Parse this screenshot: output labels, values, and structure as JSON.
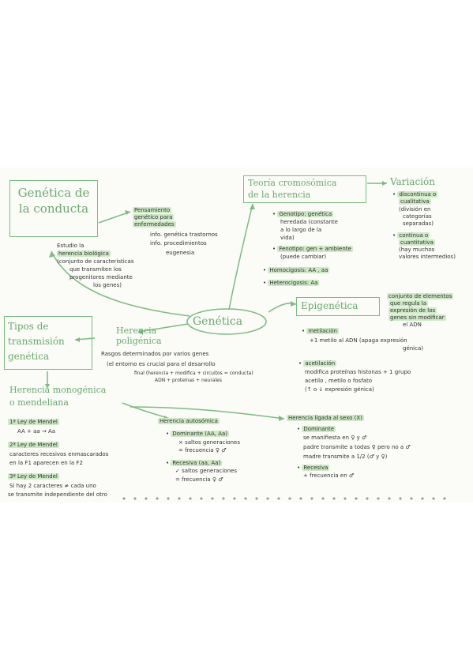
{
  "nodes": {
    "genetica_conducta": "Genética de la conducta",
    "pensamiento": [
      "Pensamiento",
      "genético para",
      "enfermedades"
    ],
    "pensamiento_items": [
      "info. genética trastornos",
      "info. procedimientos",
      "eugenesia"
    ],
    "estudio": [
      "Estudio la",
      "herencia biológica",
      "(conjunto de características",
      "que transmiten los",
      "progenitores mediante",
      "los genes)"
    ],
    "teoria": [
      "Teoría cromosómica",
      "de la herencia"
    ],
    "genotipo": [
      "Genotipo: genética",
      "heredada (constante",
      "a lo largo de la",
      "vida)"
    ],
    "fenotipo": [
      "Fenotipo: gen + ambiente",
      "(puede cambiar)"
    ],
    "homocigosis": "Homocigosis: AA , aa",
    "heterocigosis": "Heterocigosis: Aa",
    "variacion": "Variación",
    "discontinua": [
      "discontinua o",
      "cualitativa",
      "(división en",
      "categorías",
      "separadas)"
    ],
    "continua": [
      "continua o",
      "cuantitativa",
      "(hay muchos",
      "valores intermedios)"
    ],
    "genetica": "Genética",
    "epigenetica": "Epigenética",
    "epi_def": [
      "conjunto de elementos",
      "que regula la",
      "expresión de los",
      "genes sin modificar",
      "el ADN"
    ],
    "metilacion": "metilación",
    "metilacion_def": [
      "+1 metilo al ADN (apaga expresión",
      "génica)"
    ],
    "acetilacion": "acetilación",
    "acetilacion_def": [
      "modifica proteínas histonas + 1 grupo",
      "acetilo , metilo o fosfato",
      "(↑ o ↓ expresión génica)"
    ],
    "tipos": "Tipos de transmisión genética",
    "poligenica": [
      "Herencia",
      "poligénica"
    ],
    "rasgos": [
      "Rasgos determinados por varios genes",
      "(el entorno es crucial para el desarrollo",
      "final (herencia  + modifica  + circuitos  = conducta)"
    ],
    "rasgos_sub": "ADN + proteínas + neurales",
    "monogenica": [
      "Herencia monogénica",
      "o mendeliana"
    ],
    "ley1": "1ª Ley de Mendel",
    "ley1_def": "AA + aa → Aa",
    "ley2": "2ª Ley de Mendel",
    "ley2_def": [
      "caracteres recesivos enmascarados",
      "en la F1 aparecen en la F2"
    ],
    "ley3": "3ª Ley de Mendel",
    "ley3_def": [
      "Si hay 2 caracteres ≠ cada uno",
      "se transmite independiente del otro"
    ],
    "autosomica": "Herencia autosómica",
    "dominante_a": "Dominante (AA, Aa)",
    "dominante_a_items": [
      "× saltos generaciones",
      "= frecuencia ♀ ♂"
    ],
    "recesiva_a": "Recesiva (aa, Aa)",
    "recesiva_a_items": [
      "✓ saltos generaciones",
      "= frecuencia ♀ ♂"
    ],
    "ligada": "Herencia ligada al sexo (X)",
    "dominante_x": "Dominante",
    "dominante_x_items": [
      "se manifiesta en ♀ y ♂",
      "padre transmite a todas ♀ pero no a ♂",
      "madre transmite a 1/2 (♂ y ♀)"
    ],
    "recesiva_x": "Recesiva",
    "recesiva_x_items": [
      "+ frecuencia en ♂"
    ]
  },
  "colors": {
    "ink": "#2b2b2b",
    "green": "#6aa86e",
    "highlight": "#cfe9c7",
    "paper": "#fbfbf8"
  }
}
